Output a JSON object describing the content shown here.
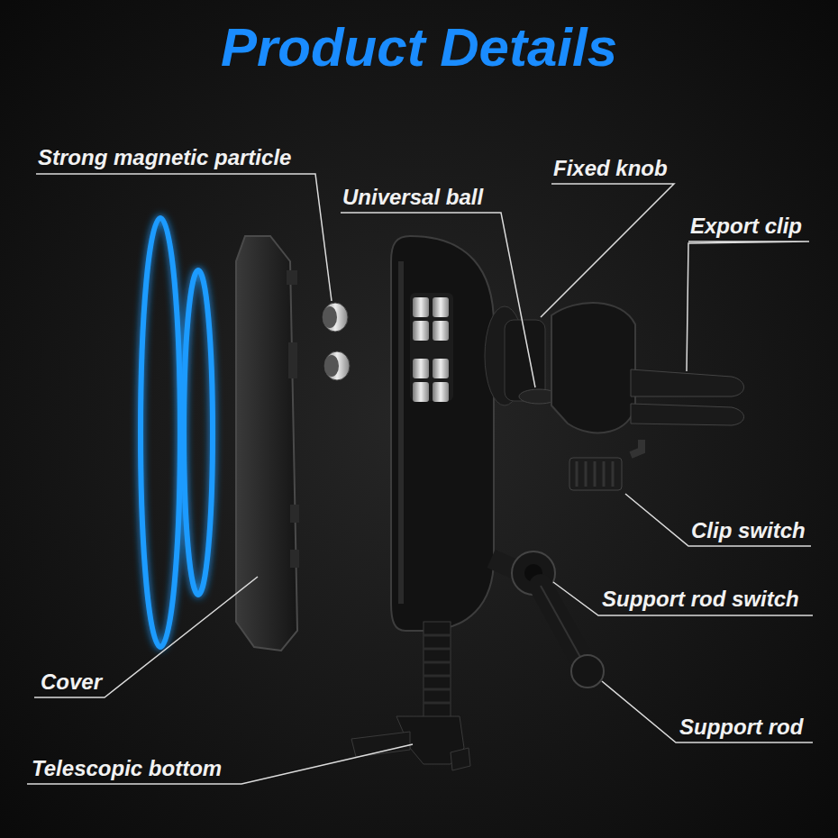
{
  "diagram": {
    "title": "Product Details",
    "labels": [
      "Strong magnetic particle",
      "Fixed knob",
      "Universal ball",
      "Export clip",
      "Clip switch",
      "Support rod switch",
      "Cover",
      "Support rod",
      "Telescopic bottom"
    ]
  }
}
